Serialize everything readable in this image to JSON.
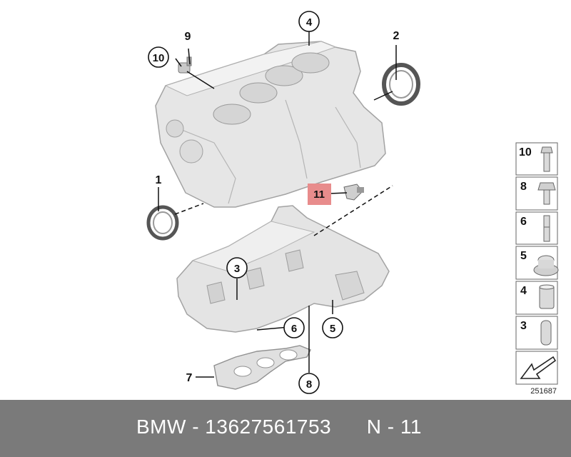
{
  "callouts": {
    "c1": "1",
    "c2": "2",
    "c3": "3",
    "c4": "4",
    "c5": "5",
    "c6": "6",
    "c7": "7",
    "c8": "8",
    "c9": "9",
    "c10": "10",
    "c11": "11"
  },
  "side_panel": {
    "items": [
      {
        "label": "10",
        "icon": "bolt-flange-icon"
      },
      {
        "label": "8",
        "icon": "bolt-hex-icon"
      },
      {
        "label": "6",
        "icon": "stud-bolt-icon"
      },
      {
        "label": "5",
        "icon": "sealing-cap-icon"
      },
      {
        "label": "4",
        "icon": "dowel-sleeve-icon"
      },
      {
        "label": "3",
        "icon": "dowel-pin-icon"
      }
    ],
    "arrow_icon": "page-arrow-icon"
  },
  "diagram_ref": "251687",
  "caption": "BMW - 13627561753      N - 11",
  "colors": {
    "highlight": "#e88c8c",
    "caption_bg": "#7a7a7a",
    "part_fill": "#e2e2e2",
    "part_stroke": "#9a9a9a"
  }
}
